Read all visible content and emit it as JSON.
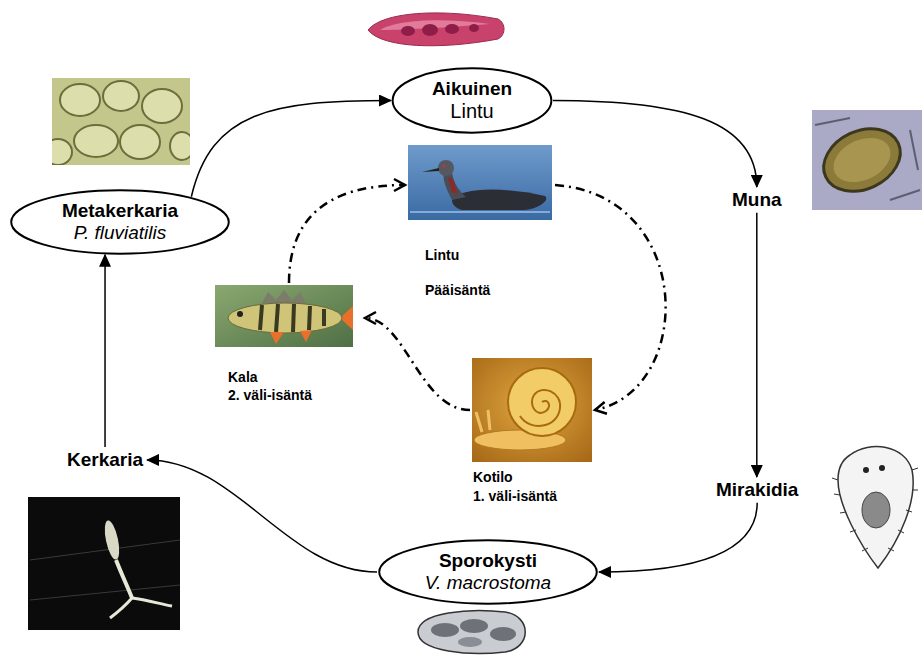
{
  "diagram": {
    "nodes": [
      {
        "text": [
          "Aikuinen",
          "Lintu"
        ]
      },
      {
        "text": [
          "Muna"
        ]
      },
      {
        "text": [
          "Mirakidia"
        ]
      },
      {
        "text": [
          "Sporokysti",
          "V. macrostoma"
        ]
      },
      {
        "text": [
          "Kerkaria"
        ]
      },
      {
        "text": [
          "Metakerkaria",
          "P. fluviatilis"
        ]
      },
      {
        "text": [
          "Lintu",
          "Pääisäntä"
        ]
      },
      {
        "text": [
          "Kala",
          "2. väli-isäntä"
        ]
      },
      {
        "text": [
          "Kotilo",
          "1. väli-isäntä"
        ]
      }
    ],
    "edges": [
      {
        "from": 0,
        "to": 1,
        "arrow": "to"
      },
      {
        "from": 1,
        "to": 2,
        "arrow": "to"
      },
      {
        "from": 2,
        "to": 3,
        "arrow": "to"
      },
      {
        "from": 3,
        "to": 4,
        "arrow": "to"
      },
      {
        "from": 4,
        "to": 5,
        "arrow": "to"
      },
      {
        "from": 5,
        "to": 0,
        "arrow": "to"
      },
      {
        "from": 6,
        "to": 8,
        "arrow": "to"
      },
      {
        "from": 8,
        "to": 7,
        "arrow": "to"
      },
      {
        "from": 7,
        "to": 6,
        "arrow": "to"
      }
    ]
  }
}
